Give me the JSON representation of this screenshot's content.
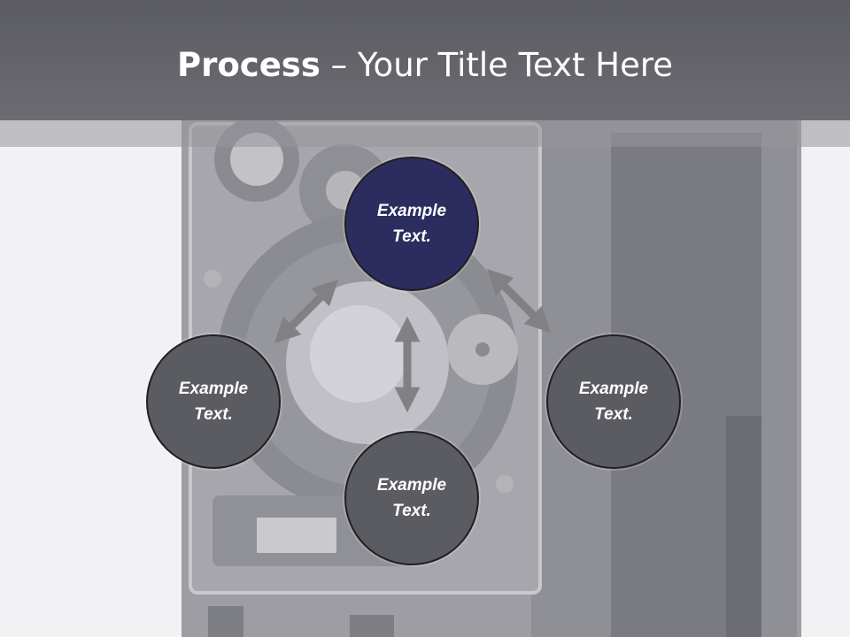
{
  "slide": {
    "title_bold": "Process",
    "title_rest": " – Your Title Text Here"
  },
  "diagram": {
    "nodes": [
      {
        "id": "top",
        "text": "Example Text.",
        "color": "#2c2c5e"
      },
      {
        "id": "left",
        "text": "Example Text.",
        "color": "#5b5c62"
      },
      {
        "id": "right",
        "text": "Example Text.",
        "color": "#5b5c62"
      },
      {
        "id": "bottom",
        "text": "Example Text.",
        "color": "#5b5c62"
      }
    ],
    "arrow_color": "#808085"
  },
  "colors": {
    "header": "#5b5c61",
    "accent_node": "#2c2c5e",
    "node": "#5b5c62"
  }
}
